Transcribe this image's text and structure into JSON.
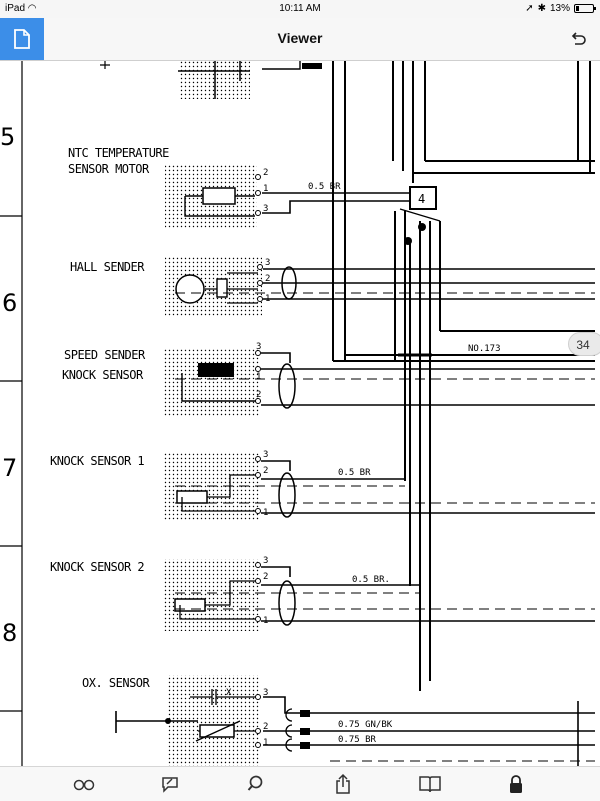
{
  "status_bar": {
    "device": "iPad",
    "time": "10:11 AM",
    "battery": "13%"
  },
  "nav": {
    "title": "Viewer"
  },
  "page_badge": "34",
  "diagram": {
    "row_numbers": [
      "5",
      "6",
      "7",
      "8"
    ],
    "labels": {
      "ntc_line1": "NTC TEMPERATURE",
      "ntc_line2": "SENSOR MOTOR",
      "hall": "HALL SENDER",
      "speed": "SPEED SENDER",
      "knock": "KNOCK SENSOR",
      "knock1": "KNOCK SENSOR 1",
      "knock2": "KNOCK SENSOR 2",
      "ox": "OX. SENSOR",
      "junction": "4",
      "no173": "NO.173"
    },
    "wire_labels": {
      "ntc": "0.5 BR",
      "k1": "0.5 BR",
      "k2": "0.5 BR.",
      "ox1": "0.75 GN/BK",
      "ox2": "0.75 BR"
    },
    "pins": [
      "1",
      "2",
      "3",
      "X"
    ]
  },
  "toolbar": {
    "icons": [
      "glasses-icon",
      "comment-icon",
      "search-icon",
      "share-icon",
      "book-icon",
      "lock-icon"
    ]
  }
}
